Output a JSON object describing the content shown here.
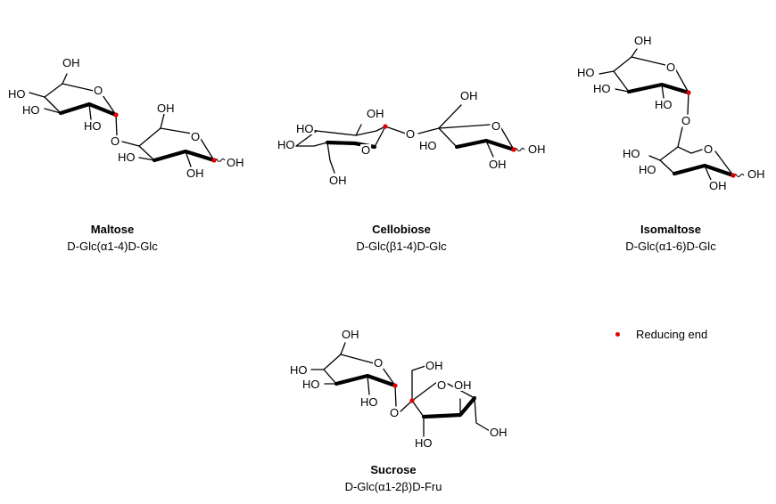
{
  "molecules": [
    {
      "name": "Maltose",
      "linkage": "D-Glc(α1-4)D-Glc"
    },
    {
      "name": "Cellobiose",
      "linkage": "D-Glc(β1-4)D-Glc"
    },
    {
      "name": "Isomaltose",
      "linkage": "D-Glc(α1-6)D-Glc"
    },
    {
      "name": "Sucrose",
      "linkage": "D-Glc(α1-2β)D-Fru"
    }
  ],
  "atoms": {
    "hydroxyl": "OH",
    "hydroxyl_left": "HO",
    "oxygen": "O"
  },
  "legend": {
    "label": "Reducing end",
    "color": "#e00000"
  }
}
